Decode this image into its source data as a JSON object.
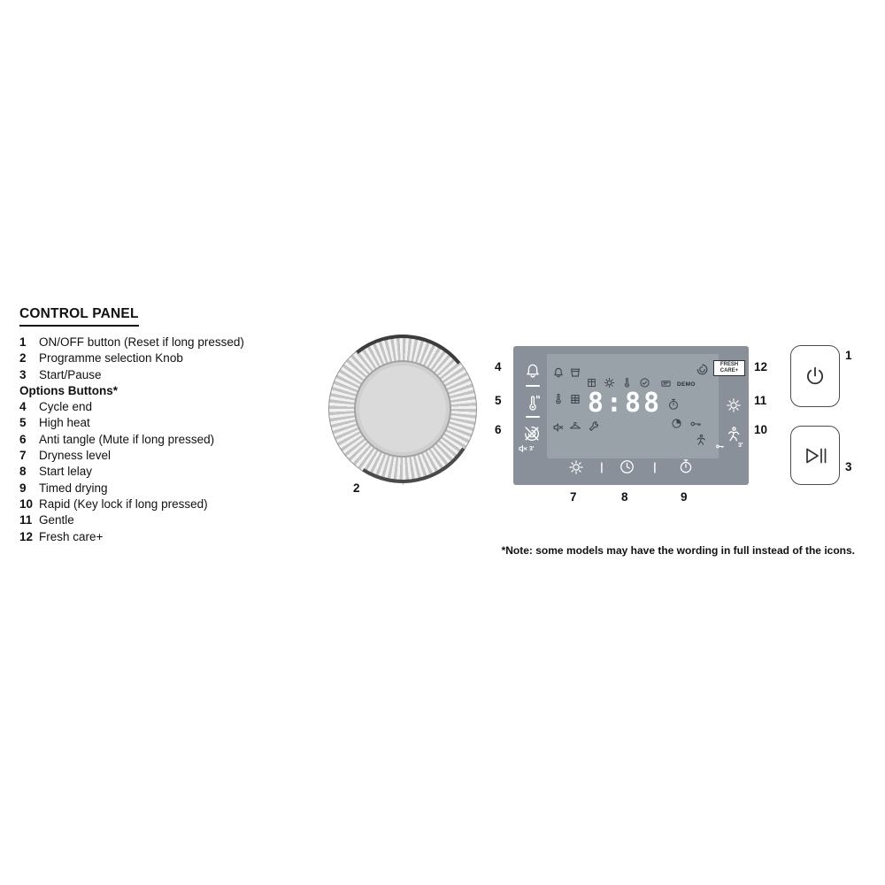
{
  "title": "CONTROL PANEL",
  "legend": {
    "items": [
      {
        "num": "1",
        "label": "ON/OFF button (Reset if long pressed)"
      },
      {
        "num": "2",
        "label": "Programme selection Knob"
      },
      {
        "num": "3",
        "label": "Start/Pause"
      },
      {
        "num": "",
        "label": "Options Buttons*"
      },
      {
        "num": "4",
        "label": "Cycle end"
      },
      {
        "num": "5",
        "label": "High heat"
      },
      {
        "num": "6",
        "label": "Anti tangle (Mute if long pressed)"
      },
      {
        "num": "7",
        "label": "Dryness level"
      },
      {
        "num": "8",
        "label": "Start lelay"
      },
      {
        "num": "9",
        "label": "Timed drying"
      },
      {
        "num": "10",
        "label": "Rapid (Key lock if long pressed)"
      },
      {
        "num": "11",
        "label": "Gentle"
      },
      {
        "num": "12",
        "label": "Fresh care+"
      }
    ]
  },
  "knob": {
    "label": "2"
  },
  "panel": {
    "left_labels": [
      "4",
      "5",
      "6"
    ],
    "right_labels": [
      "12",
      "11",
      "10"
    ],
    "bottom_labels": [
      "7",
      "8",
      "9"
    ],
    "display": {
      "time": "8:88",
      "demo": "DEMO",
      "fresh_line1": "FRESH",
      "fresh_line2": "CARE+"
    },
    "anti_tangle_minutes": "3'",
    "rapid_minutes": "3'",
    "separator": "|"
  },
  "buttons": {
    "power_label": "1",
    "start_label": "3"
  },
  "note": "*Note: some models may have the wording in full instead of the icons.",
  "colors": {
    "panel": "#89909a",
    "display": "#99a1a9",
    "icon_dark": "#3d4249",
    "icon_light": "#ffffff"
  }
}
